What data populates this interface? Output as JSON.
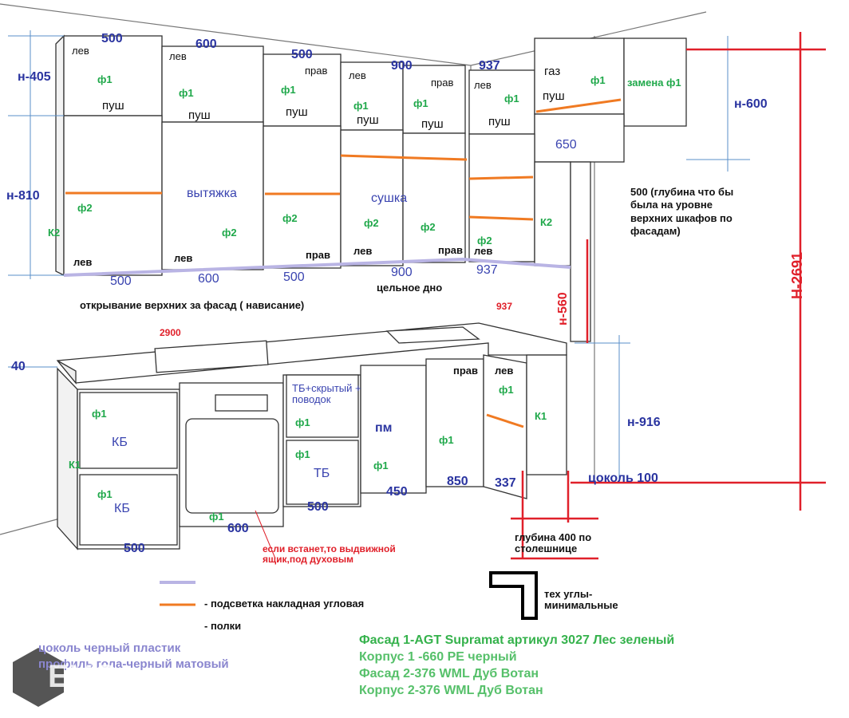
{
  "top_widths": [
    "500",
    "600",
    "500",
    "900",
    "937"
  ],
  "upper_heights": {
    "h405": "н-405",
    "h810": "н-810",
    "h600": "н-600"
  },
  "upper_top_cabinets": [
    {
      "side": "лев",
      "facade": "ф1",
      "open": "пуш"
    },
    {
      "side": "лев",
      "facade": "ф1",
      "open": "пуш"
    },
    {
      "side": "прав",
      "facade": "ф1",
      "open": "пуш"
    },
    {
      "side": "лев",
      "facade": "ф1",
      "open": "пуш"
    },
    {
      "side": "прав",
      "facade": "ф1",
      "open": "пуш"
    },
    {
      "side": "лев",
      "facade": "ф1",
      "open": "пуш"
    }
  ],
  "gas_cabinet": {
    "label": "газ",
    "open": "пуш",
    "facade": "ф1",
    "replace": "замена ф1",
    "width": "650"
  },
  "upper_lower_row": {
    "hood": "вытяжка",
    "dryer": "сушка",
    "f2": "ф2",
    "k2": "К2",
    "sides": [
      "лев",
      "лев",
      "прав",
      "лев",
      "прав",
      "лев"
    ],
    "bottom_widths": [
      "500",
      "600",
      "500",
      "900",
      "937"
    ],
    "solid_bottom": "цельное дно"
  },
  "depth_note": "500 (глубина что бы была на уровне верхних шкафов по фасадам)",
  "overhang_note": "открывание верхних за фасад ( нависание)",
  "wall_width": "2900",
  "corner_width": "937",
  "h560": "н-560",
  "h2691": "Н-2691",
  "h916": "н-916",
  "plinth": "цоколь 100",
  "countertop_thickness": "40",
  "lower": {
    "kb": "КБ",
    "k1": "К1",
    "f1": "ф1",
    "tb_hidden": "ТБ+скрытый + поводок",
    "tb": "ТБ",
    "pm": "пм",
    "sides": [
      "прав",
      "лев"
    ],
    "widths": [
      "500",
      "600",
      "500",
      "450",
      "850",
      "337"
    ]
  },
  "oven_note": "если встанет,то выдвижной ящик,под духовым",
  "depth400": "глубина 400 по столешнице",
  "tech_corners": "тех углы- минимальные",
  "legend": {
    "light": "- подсветка накладная  угловая",
    "shelves": "- полки"
  },
  "materials": [
    "Фасад 1-AGT Supramat артикул 3027 Лес зеленый",
    "Корпус 1 -660 PE черный",
    "Фасад 2-376 WML Дуб Вотан",
    "Корпус 2-376 WML Дуб Вотан"
  ],
  "plinth_notes": [
    "цоколь черный пластик",
    "профиль гола-черный матовый"
  ],
  "logo_text": "EVO",
  "colors": {
    "blue": "#2a34a0",
    "green": "#1fa84a",
    "red": "#e0202a",
    "orange": "#f07a22",
    "violet": "#b9b4e4"
  }
}
